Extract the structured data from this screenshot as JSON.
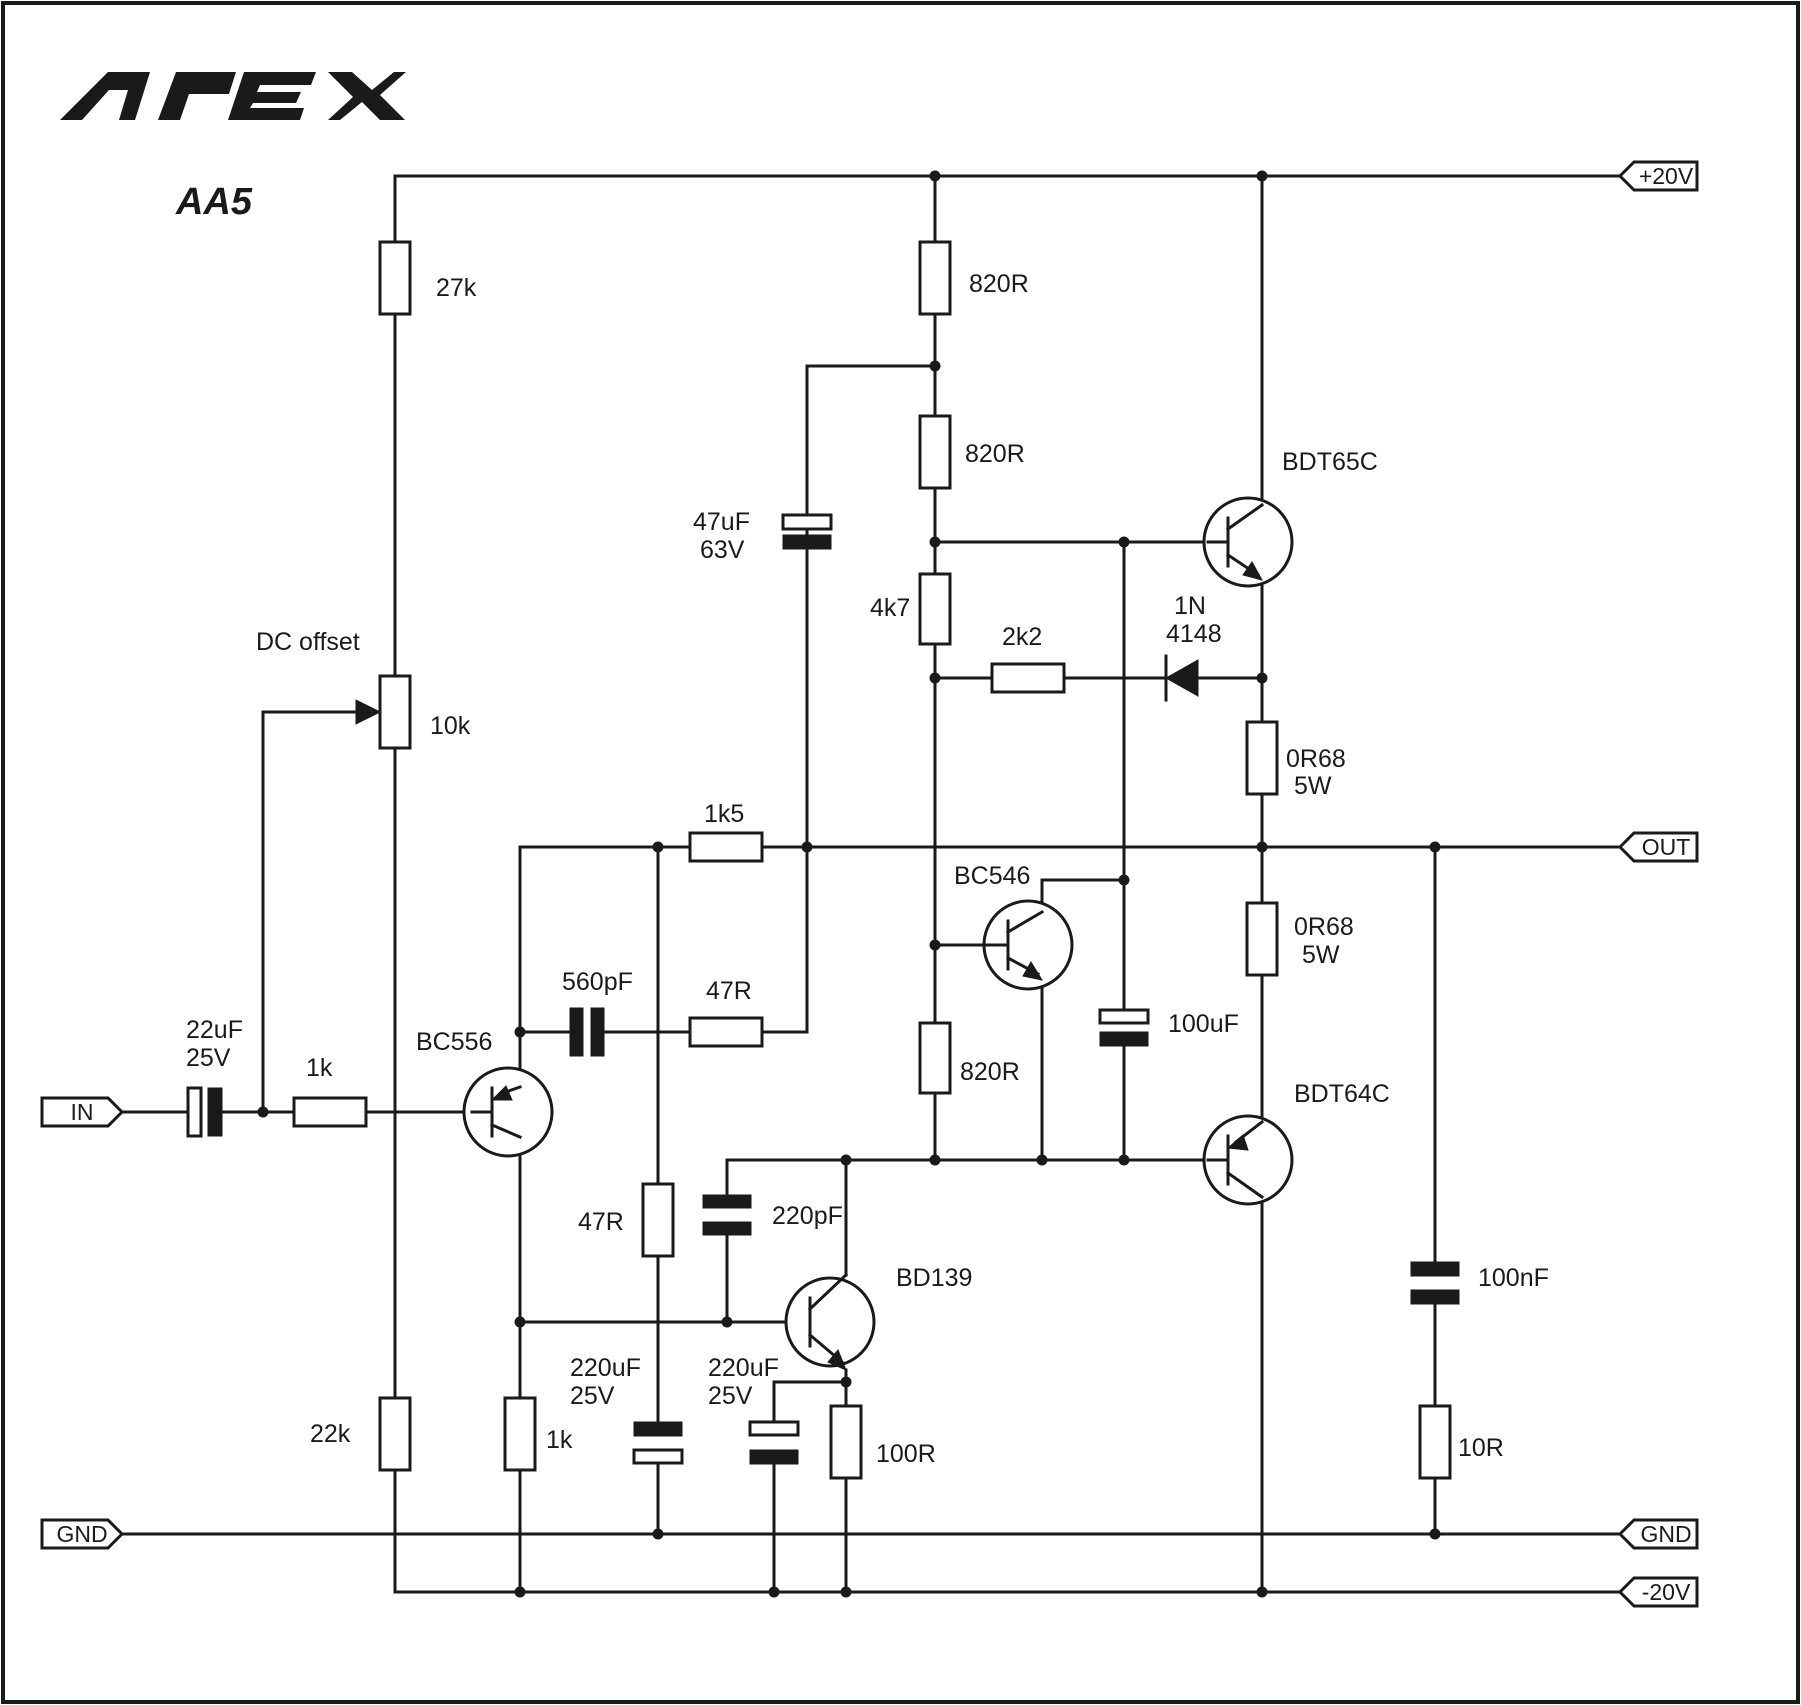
{
  "brand": "APEX",
  "title": "AA5",
  "ports": {
    "pos_supply": "+20V",
    "out": "OUT",
    "in": "IN",
    "gnd_left": "GND",
    "gnd_right": "GND",
    "neg_supply": "-20V"
  },
  "labels": {
    "r_27k": "27k",
    "r_820r_top": "820R",
    "r_820r_mid": "820R",
    "r_4k7": "4k7",
    "r_2k2": "2k2",
    "r_0r68_top": "0R68",
    "r_0r68_top_w": "5W",
    "r_0r68_bot": "0R68",
    "r_0r68_bot_w": "5W",
    "r_1k5": "1k5",
    "r_47r_fb": "47R",
    "r_820r_low": "820R",
    "r_1k_in": "1k",
    "r_47r_low": "47R",
    "r_22k": "22k",
    "r_1k_low": "1k",
    "r_100r": "100R",
    "r_10r": "10R",
    "pot_label": "DC offset",
    "pot_value": "10k",
    "c_47uf": "47uF",
    "c_47uf_v": "63V",
    "c_22uf": "22uF",
    "c_22uf_v": "25V",
    "c_560pf": "560pF",
    "c_100uf": "100uF",
    "c_220pf": "220pF",
    "c_220uf_a": "220uF",
    "c_220uf_a_v": "25V",
    "c_220uf_b": "220uF",
    "c_220uf_b_v": "25V",
    "c_100nf": "100nF",
    "d_1n_a": "1N",
    "d_1n_b": "4148",
    "q_bdt65c": "BDT65C",
    "q_bdt64c": "BDT64C",
    "q_bc546": "BC546",
    "q_bc556": "BC556",
    "q_bd139": "BD139"
  }
}
